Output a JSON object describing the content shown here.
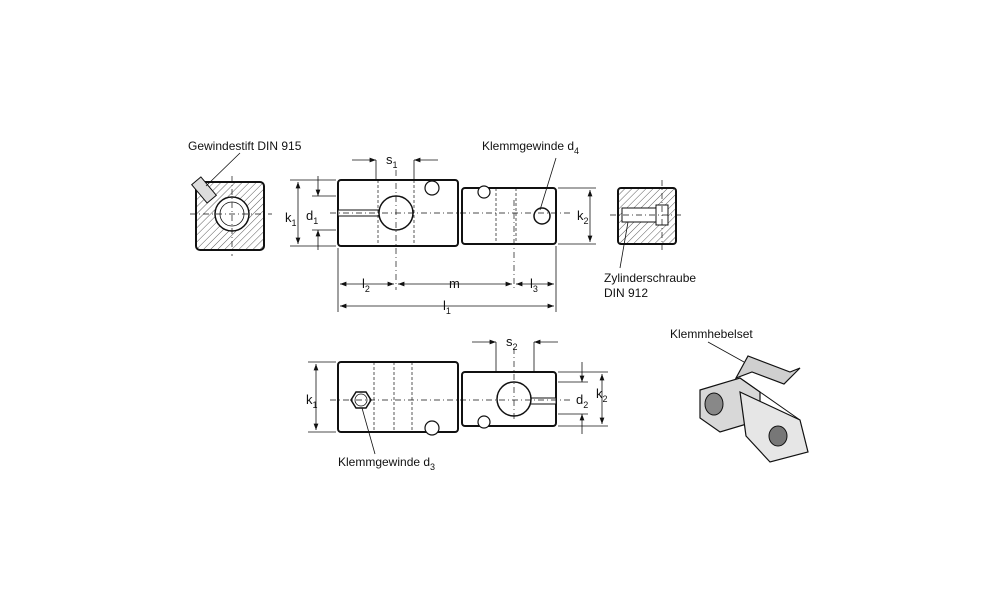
{
  "labels": {
    "set_screw": "Gewindestift DIN 915",
    "clamp_thread_d4": {
      "text": "Klemmgewinde d",
      "sub": "4"
    },
    "cap_screw_line1": "Zylinderschraube",
    "cap_screw_line2": "DIN 912",
    "lever_set": "Klemmhebelset",
    "clamp_thread_d3": {
      "text": "Klemmgewinde d",
      "sub": "3"
    }
  },
  "dimensions": {
    "s1": {
      "t": "s",
      "sub": "1"
    },
    "k1": {
      "t": "k",
      "sub": "1"
    },
    "d1": {
      "t": "d",
      "sub": "1"
    },
    "k2": {
      "t": "k",
      "sub": "2"
    },
    "l2": {
      "t": "l",
      "sub": "2"
    },
    "m": {
      "t": "m"
    },
    "l3": {
      "t": "l",
      "sub": "3"
    },
    "l1": {
      "t": "l",
      "sub": "1"
    },
    "s2": {
      "t": "s",
      "sub": "2"
    },
    "k1b": {
      "t": "k",
      "sub": "1"
    },
    "d2": {
      "t": "d",
      "sub": "2"
    },
    "k2b": {
      "t": "k",
      "sub": "2"
    }
  }
}
